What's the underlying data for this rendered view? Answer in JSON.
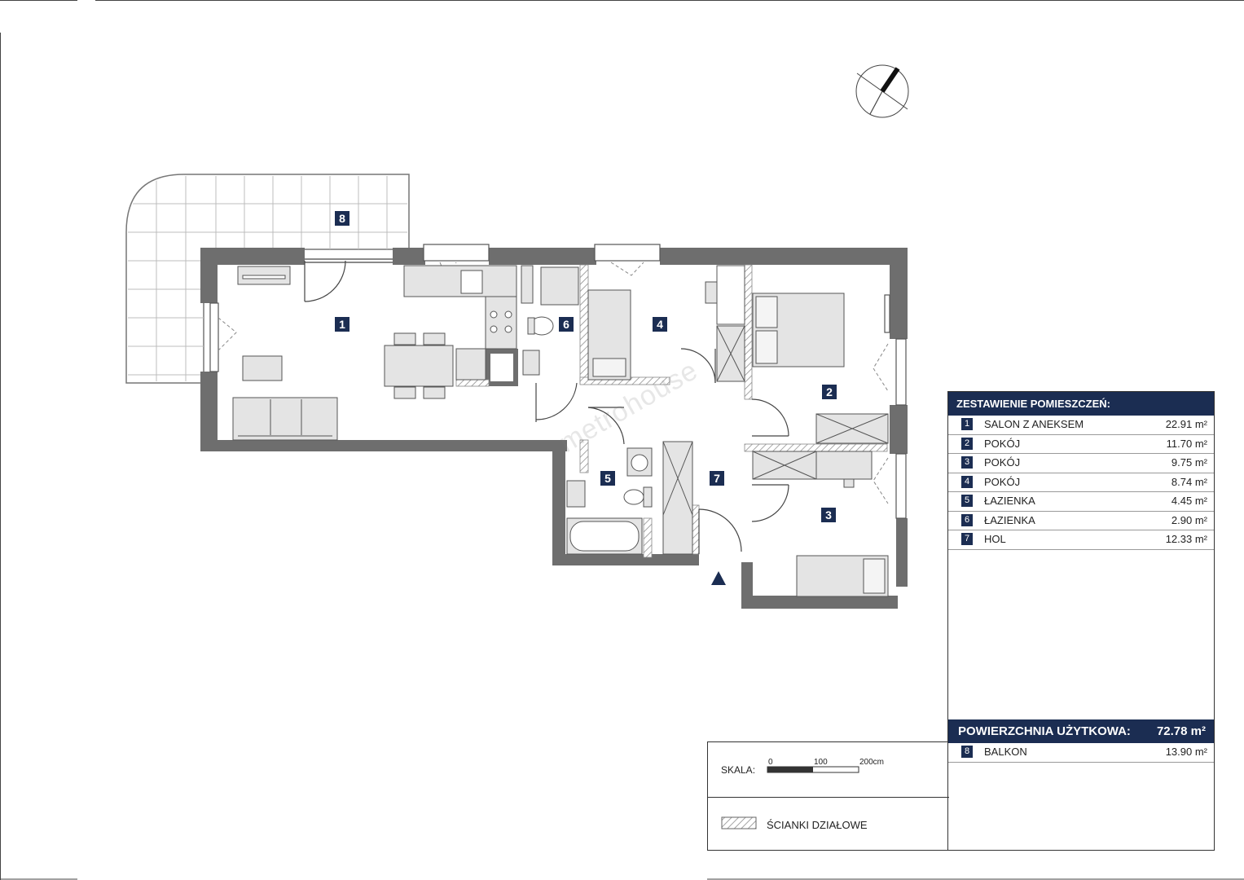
{
  "rooms": [
    {
      "num": "1",
      "name": "SALON Z ANEKSEM",
      "area": "22.91 m²"
    },
    {
      "num": "2",
      "name": "POKÓJ",
      "area": "11.70 m²"
    },
    {
      "num": "3",
      "name": "POKÓJ",
      "area": "9.75 m²"
    },
    {
      "num": "4",
      "name": "POKÓJ",
      "area": "8.74 m²"
    },
    {
      "num": "5",
      "name": "ŁAZIENKA",
      "area": "4.45 m²"
    },
    {
      "num": "6",
      "name": "ŁAZIENKA",
      "area": "2.90 m²"
    },
    {
      "num": "7",
      "name": "HOL",
      "area": "12.33 m²"
    }
  ],
  "table_title": "ZESTAWIENIE POMIESZCZEŃ:",
  "total": {
    "label": "POWIERZCHNIA UŻYTKOWA:",
    "value": "72.78 m²"
  },
  "balcony": {
    "num": "8",
    "name": "BALKON",
    "area": "13.90 m²"
  },
  "scale": {
    "label": "SKALA:",
    "ticks": [
      "0",
      "100",
      "200cm"
    ]
  },
  "legend": {
    "label": "ŚCIANKI DZIAŁOWE"
  },
  "watermark": "metrohouse",
  "colors": {
    "navy": "#1b2d52",
    "wall": "#6e6e6e",
    "furniture": "#e4e4e4"
  }
}
